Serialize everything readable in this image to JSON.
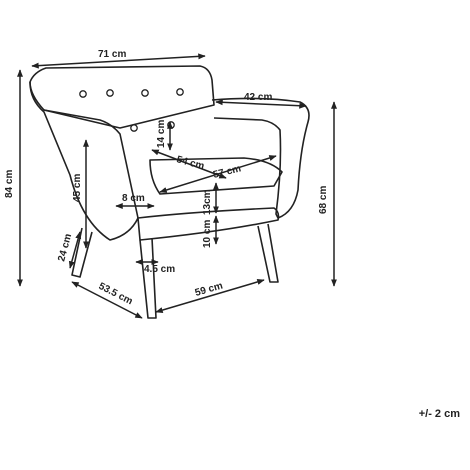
{
  "colors": {
    "outline": "#222222",
    "background": "#ffffff"
  },
  "dimensions": {
    "total_width": "71 cm",
    "arm_depth": "42 cm",
    "total_height": "84 cm",
    "arm_height": "68 cm",
    "back_height": "14 cm",
    "seat_width": "54 cm",
    "seat_depth": "57 cm",
    "seat_height": "45 cm",
    "arm_width": "8 cm",
    "seat_thickness": "13cm",
    "base_height": "10 cm",
    "leg_height": "24 cm",
    "leg_width": "4.5 cm",
    "base_depth": "53.5 cm",
    "base_width": "59 cm"
  },
  "tolerance": "+/- 2 cm"
}
